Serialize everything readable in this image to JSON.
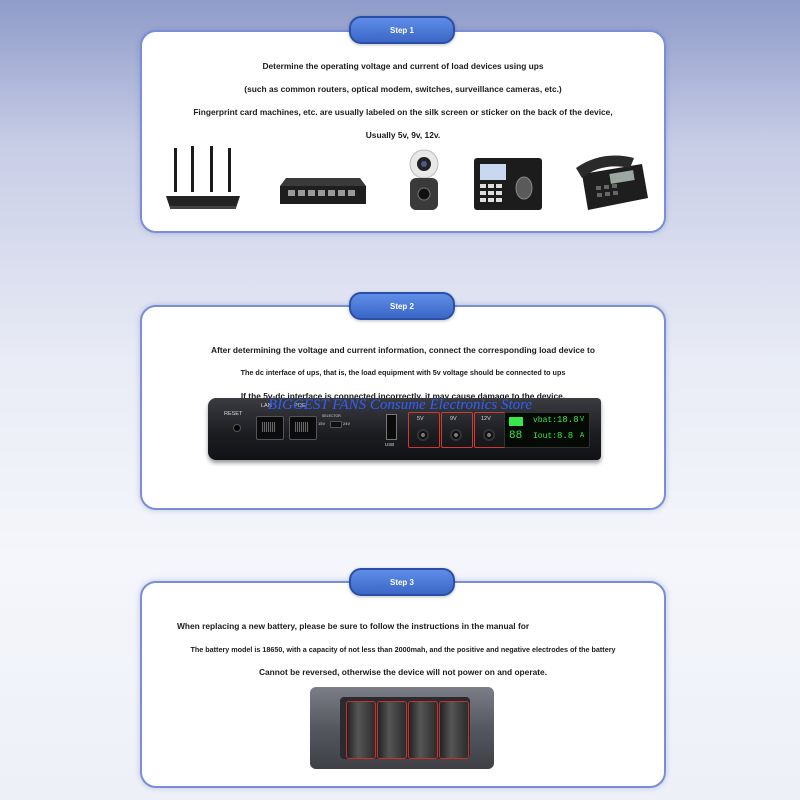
{
  "watermark": "BIGGEST FANS Consume Electronics Store",
  "step1": {
    "label": "Step 1",
    "lines": [
      "Determine the operating voltage and current of load devices using ups",
      "(such as common routers, optical modem, switches, surveillance cameras, etc.)",
      "Fingerprint card machines, etc. are usually labeled on the silk screen or sticker on the back of the device,",
      "Usually 5v, 9v, 12v."
    ],
    "devices": [
      "router-icon",
      "switch-icon",
      "camera-icon",
      "fingerprint-machine-icon",
      "phone-icon"
    ]
  },
  "step2": {
    "label": "Step 2",
    "lines": [
      "After determining the voltage and current information, connect the corresponding load device to",
      "The dc interface of ups, that is, the load equipment with 5v voltage should be connected to ups",
      "If the 5v-dc interface is connected incorrectly, it may cause damage to the device."
    ],
    "panel": {
      "reset": "RESET",
      "lan": "LAN",
      "poe": "POE",
      "selector": "SELECTOR",
      "selector_15": "15V",
      "selector_24": "24V",
      "usb": "USB",
      "dc_5": "5V",
      "dc_9": "9V",
      "dc_12": "12V",
      "lcd_vbat_label": "vbat:",
      "lcd_vbat_value": "18.8",
      "lcd_vbat_unit": "V",
      "lcd_percent": "88",
      "lcd_iout_label": "Iout:",
      "lcd_iout_value": "8.8",
      "lcd_iout_unit": "A"
    }
  },
  "step3": {
    "label": "Step 3",
    "lines": [
      "When replacing a new battery, please be sure to follow the instructions in the manual for",
      "The battery model is 18650, with a capacity of not less than 2000mah, and the positive and negative electrodes of the battery",
      "Cannot be reversed, otherwise the device will not power on and operate."
    ]
  }
}
